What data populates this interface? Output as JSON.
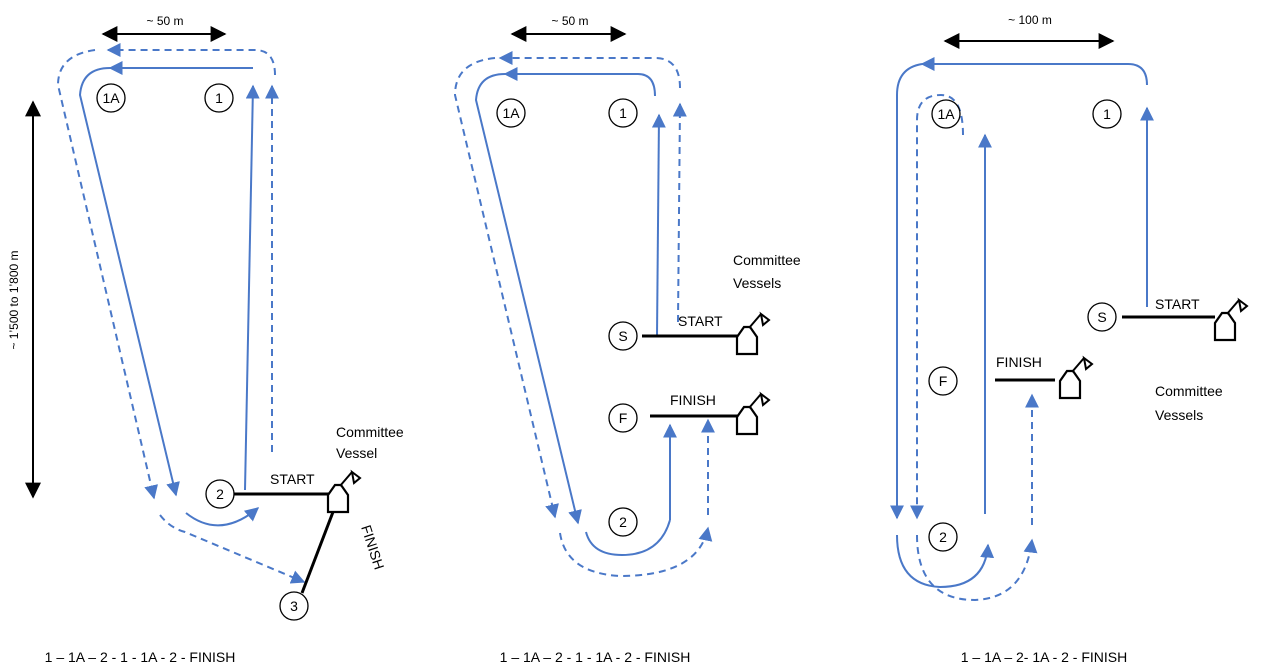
{
  "colors": {
    "course_line": "#4a78c8",
    "marker": "#000000",
    "background": "#ffffff"
  },
  "course_a": {
    "width_label": "~ 50 m",
    "length_label": "~ 1’500  to  1’800 m",
    "marks": [
      "1A",
      "1",
      "2",
      "3"
    ],
    "start_label": "START",
    "finish_label": "FINISH",
    "vessel_label": [
      "Committee",
      "Vessel"
    ],
    "sequence": "1 – 1A – 2 - 1 - 1A - 2 - FINISH"
  },
  "course_b": {
    "width_label": "~ 50 m",
    "marks": [
      "1A",
      "1",
      "S",
      "F",
      "2"
    ],
    "start_label": "START",
    "finish_label": "FINISH",
    "vessel_label": [
      "Committee",
      "Vessels"
    ],
    "sequence": "1 – 1A – 2 - 1 - 1A - 2 - FINISH"
  },
  "course_c": {
    "width_label": "~ 100 m",
    "marks": [
      "1A",
      "1",
      "S",
      "F",
      "2"
    ],
    "start_label": "START",
    "finish_label": "FINISH",
    "vessel_label": [
      "Committee",
      "Vessels"
    ],
    "sequence": "1 – 1A – 2- 1A - 2 - FINISH"
  }
}
